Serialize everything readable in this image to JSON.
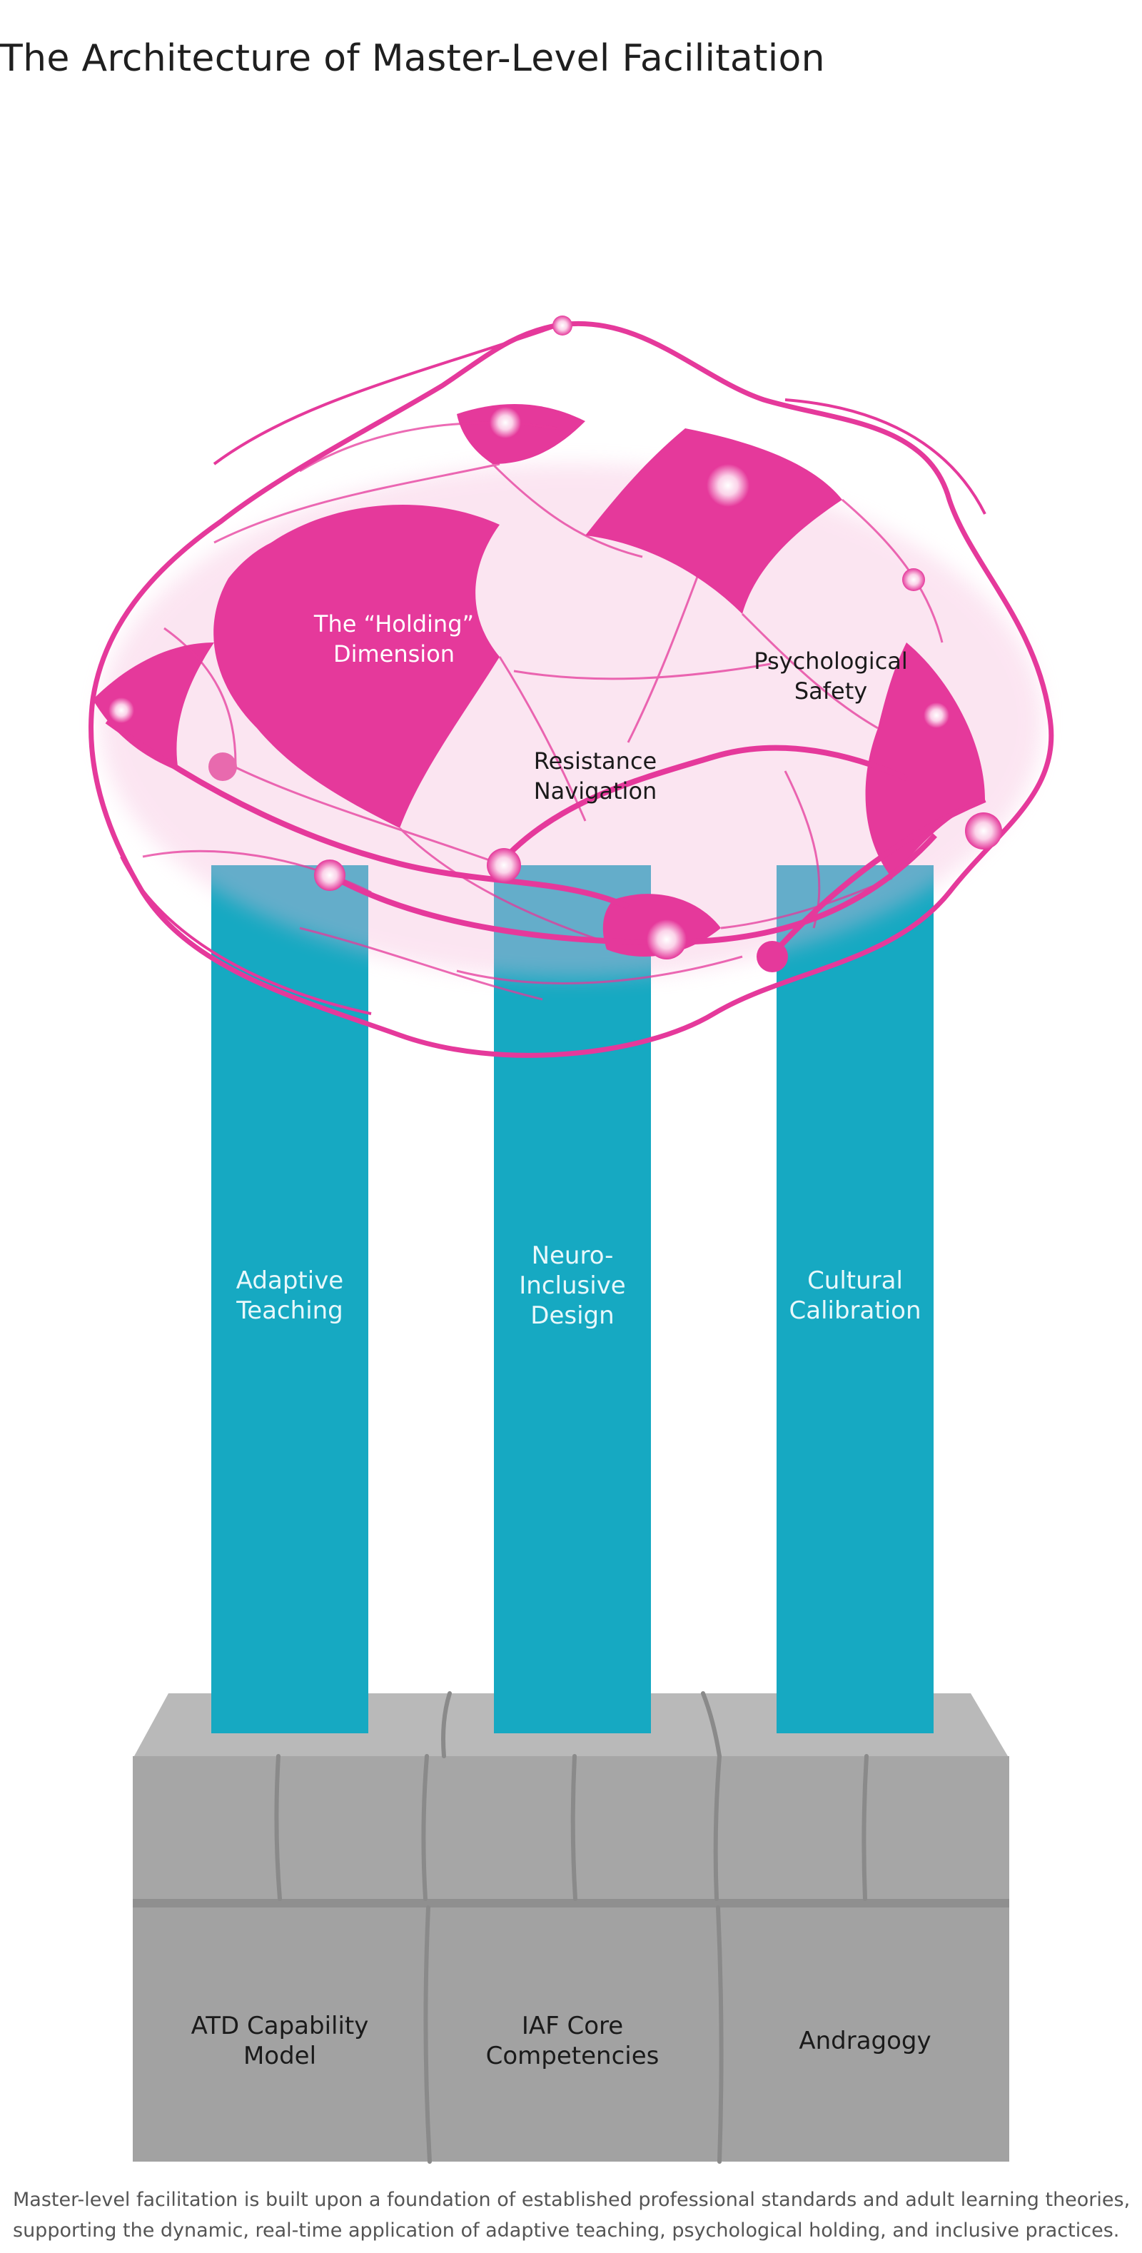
{
  "title": "The Architecture of Master-Level Facilitation",
  "network": {
    "color": "#e5399b",
    "labels": [
      {
        "id": "holding",
        "lines": [
          "The “Holding”",
          "Dimension"
        ],
        "color": "#ffffff"
      },
      {
        "id": "safety",
        "lines": [
          "Psychological",
          "Safety"
        ],
        "color": "#1a1a1a"
      },
      {
        "id": "resistance",
        "lines": [
          "Resistance",
          "Navigation"
        ],
        "color": "#1a1a1a"
      }
    ]
  },
  "pillars": {
    "color": "#16a9c2",
    "items": [
      {
        "lines": [
          "Adaptive",
          "Teaching"
        ]
      },
      {
        "lines": [
          "Neuro-",
          "Inclusive",
          "Design"
        ]
      },
      {
        "lines": [
          "Cultural",
          "Calibration"
        ]
      }
    ]
  },
  "foundation": {
    "color": "#a2a2a2",
    "items": [
      {
        "lines": [
          "ATD Capability",
          "Model"
        ]
      },
      {
        "lines": [
          "IAF Core",
          "Competencies"
        ]
      },
      {
        "lines": [
          "Andragogy"
        ]
      }
    ]
  },
  "caption": {
    "line1": "Master-level facilitation is built upon a foundation of established professional standards and adult learning theories,",
    "line2": "supporting the dynamic, real-time application of adaptive teaching, psychological holding, and inclusive practices."
  }
}
